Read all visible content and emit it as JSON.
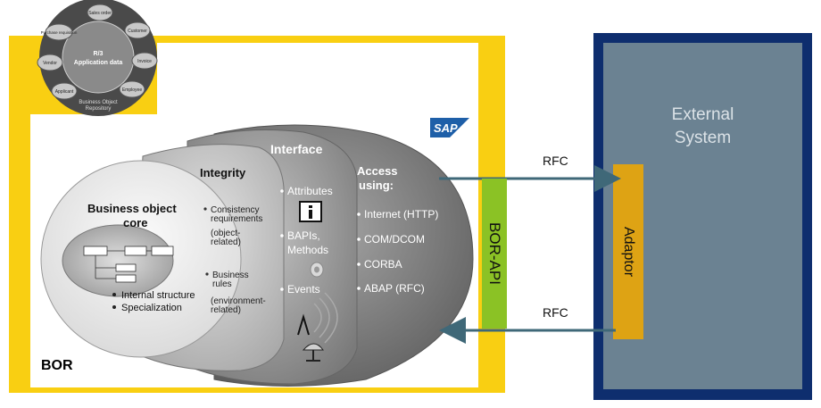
{
  "bor": {
    "label": "BOR"
  },
  "external_system": {
    "title_line1": "External",
    "title_line2": "System"
  },
  "adaptor": {
    "label": "Adaptor"
  },
  "bor_api": {
    "label": "BOR-API"
  },
  "rfc": {
    "top": "RFC",
    "bottom": "RFC"
  },
  "sap_logo": {
    "text": "SAP"
  },
  "repository_circle": {
    "center_line1": "R/3",
    "center_line2": "Application data",
    "caption_line1": "Business Object",
    "caption_line2": "Repository",
    "nodes": [
      "Sales order",
      "Customer",
      "Invoice",
      "Employee",
      "Applicant",
      "Vendor",
      "Purchase requisition"
    ]
  },
  "layers": {
    "core": {
      "title_line1": "Business object",
      "title_line2": "core",
      "bullets": [
        "Internal structure",
        "Specialization"
      ]
    },
    "integrity": {
      "title": "Integrity",
      "items": [
        [
          "Consistency",
          "requirements"
        ],
        [
          "(object-",
          "related)"
        ],
        [
          "Business",
          "rules"
        ],
        [
          "(environment-",
          "related)"
        ]
      ]
    },
    "interface": {
      "title": "Interface",
      "items": [
        [
          "Attributes"
        ],
        [
          "BAPIs,",
          "Methods"
        ],
        [
          "Events"
        ]
      ]
    },
    "access": {
      "title_line1": "Access",
      "title_line2": "using:",
      "items": [
        "Internet (HTTP)",
        "COM/DCOM",
        "CORBA",
        "ABAP (RFC)"
      ]
    }
  },
  "colors": {
    "bor_frame": "#f9cf12",
    "external_frame": "#0e2e6e",
    "external_fill": "#6b8292",
    "adaptor": "#dea314",
    "bor_api": "#8bc225",
    "arrow": "#3f6878"
  }
}
